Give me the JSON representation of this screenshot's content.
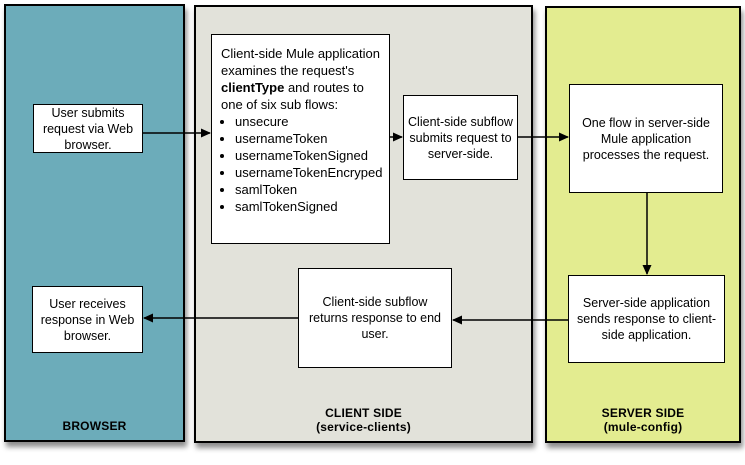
{
  "panels": {
    "browser": {
      "label": "BROWSER"
    },
    "client": {
      "label": "CLIENT SIDE",
      "sublabel": "(service-clients)"
    },
    "server": {
      "label": "SERVER SIDE",
      "sublabel": "(mule-config)"
    }
  },
  "boxes": {
    "user_submits": {
      "text": "User submits request via Web browser."
    },
    "client_router": {
      "intro_pre": "Client-side Mule application examines the request's ",
      "intro_bold": "clientType",
      "intro_post": " and routes to one of six sub flows:",
      "flows": [
        "unsecure",
        "usernameToken",
        "usernameTokenSigned",
        "usernameTokenEncryped",
        "samlToken",
        "samlTokenSigned"
      ]
    },
    "subflow_submits": {
      "text": "Client-side subflow submits request to server-side."
    },
    "server_flow": {
      "text": "One flow in server-side Mule application processes the request."
    },
    "server_response": {
      "text": "Server-side application sends response to client-side application."
    },
    "subflow_returns": {
      "text": "Client-side subflow returns response to end user."
    },
    "user_receives": {
      "text": "User receives response in Web browser."
    }
  },
  "colors": {
    "browser_panel": "#6cacba",
    "client_panel": "#e2e2da",
    "server_panel": "#e3ec90",
    "box_fill": "#ffffff",
    "border": "#000000",
    "arrow": "#000000"
  }
}
